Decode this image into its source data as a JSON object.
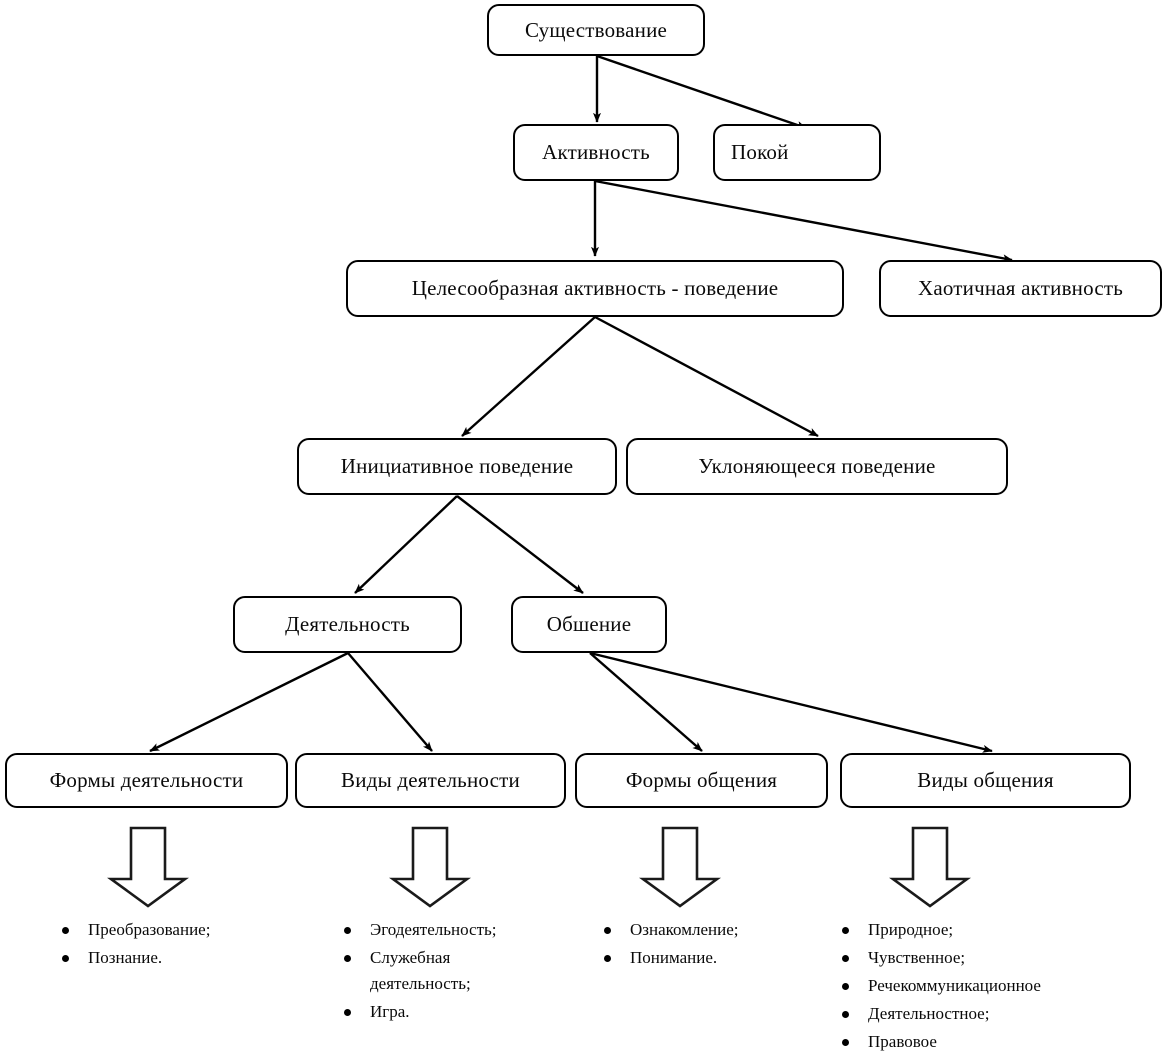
{
  "diagram": {
    "title": "Существование — иерархия активности и поведения",
    "language": "ru",
    "stroke_color": "#000000",
    "background_color": "#ffffff",
    "nodes": {
      "existence": "Существование",
      "activity": "Активность",
      "rest": "Покой",
      "purposeful": "Целесообразная активность - поведение",
      "chaotic": "Хаотичная активность",
      "initiative": "Инициативное поведение",
      "evasive": "Уклоняющееся поведение",
      "deyatelnost": "Деятельность",
      "obshenie": "Обшение",
      "forms_of_activity": "Формы деятельности",
      "kinds_of_activity": "Виды деятельности",
      "forms_of_communication": "Формы общения",
      "kinds_of_communication": "Виды общения"
    },
    "lists": {
      "forms_of_activity": [
        "Преобразование;",
        "Познание."
      ],
      "kinds_of_activity": [
        "Эгодеятельность;",
        "Служебная деятельность;",
        "Игра."
      ],
      "forms_of_communication": [
        "Ознакомление;",
        "Понимание."
      ],
      "kinds_of_communication": [
        "Природное;",
        "Чувственное;",
        "Речекоммуникационное",
        "Деятельностное;",
        "Правовое"
      ]
    },
    "edges": [
      {
        "from": "existence",
        "to": "activity"
      },
      {
        "from": "existence",
        "to": "rest"
      },
      {
        "from": "activity",
        "to": "purposeful"
      },
      {
        "from": "activity",
        "to": "chaotic"
      },
      {
        "from": "purposeful",
        "to": "initiative"
      },
      {
        "from": "purposeful",
        "to": "evasive"
      },
      {
        "from": "initiative",
        "to": "deyatelnost"
      },
      {
        "from": "initiative",
        "to": "obshenie"
      },
      {
        "from": "deyatelnost",
        "to": "forms_of_activity"
      },
      {
        "from": "deyatelnost",
        "to": "kinds_of_activity"
      },
      {
        "from": "obshenie",
        "to": "forms_of_communication"
      },
      {
        "from": "obshenie",
        "to": "kinds_of_communication"
      }
    ],
    "block_arrows": [
      {
        "target": "forms_of_activity"
      },
      {
        "target": "kinds_of_activity"
      },
      {
        "target": "forms_of_communication"
      },
      {
        "target": "kinds_of_communication"
      }
    ]
  }
}
